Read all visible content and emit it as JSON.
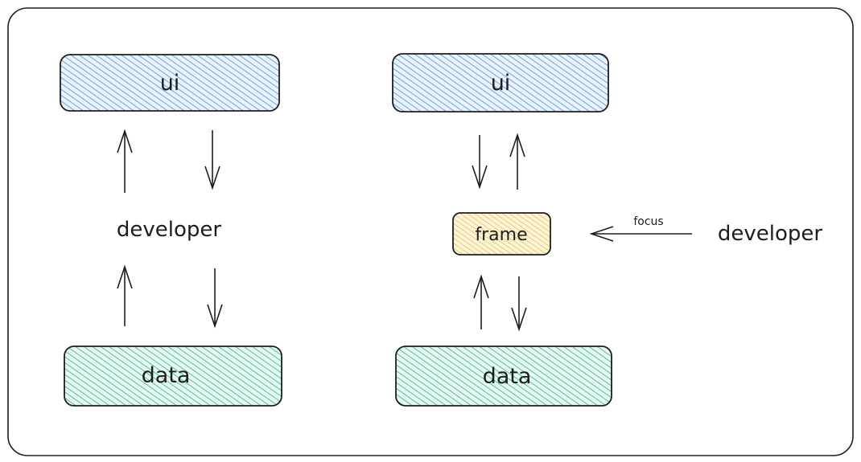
{
  "left_diagram": {
    "top_box": {
      "label": "ui",
      "color": "#4a90d9"
    },
    "middle_text": "developer",
    "bottom_box": {
      "label": "data",
      "color": "#2fb48a"
    }
  },
  "right_diagram": {
    "top_box": {
      "label": "ui",
      "color": "#4a90d9"
    },
    "middle_box": {
      "label": "frame",
      "color": "#f0b93a"
    },
    "bottom_box": {
      "label": "data",
      "color": "#2fb48a"
    },
    "arrow_label": "focus",
    "actor_text": "developer"
  },
  "colors": {
    "stroke": "#1e1e1e",
    "ui_fill": "#a5c8ee",
    "data_fill": "#9be0c6",
    "frame_fill": "#f7d98a"
  }
}
